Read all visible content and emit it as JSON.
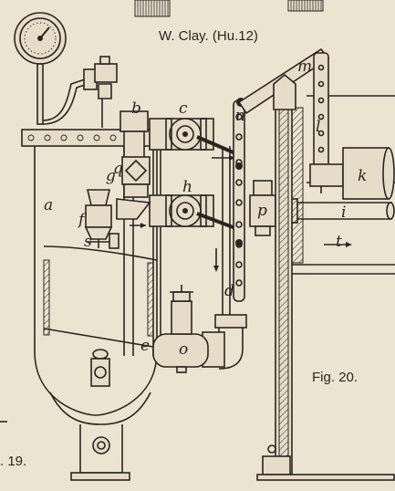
{
  "title": "W. Clay. (Hu.12)",
  "figure_caption": "Fig. 20.",
  "left_caption": ". 19.",
  "labels": [
    "a",
    "b",
    "c",
    "d",
    "e",
    "f",
    "g",
    "h",
    "i",
    "k",
    "l",
    "m",
    "n",
    "o",
    "p",
    "q",
    "s",
    "t"
  ]
}
